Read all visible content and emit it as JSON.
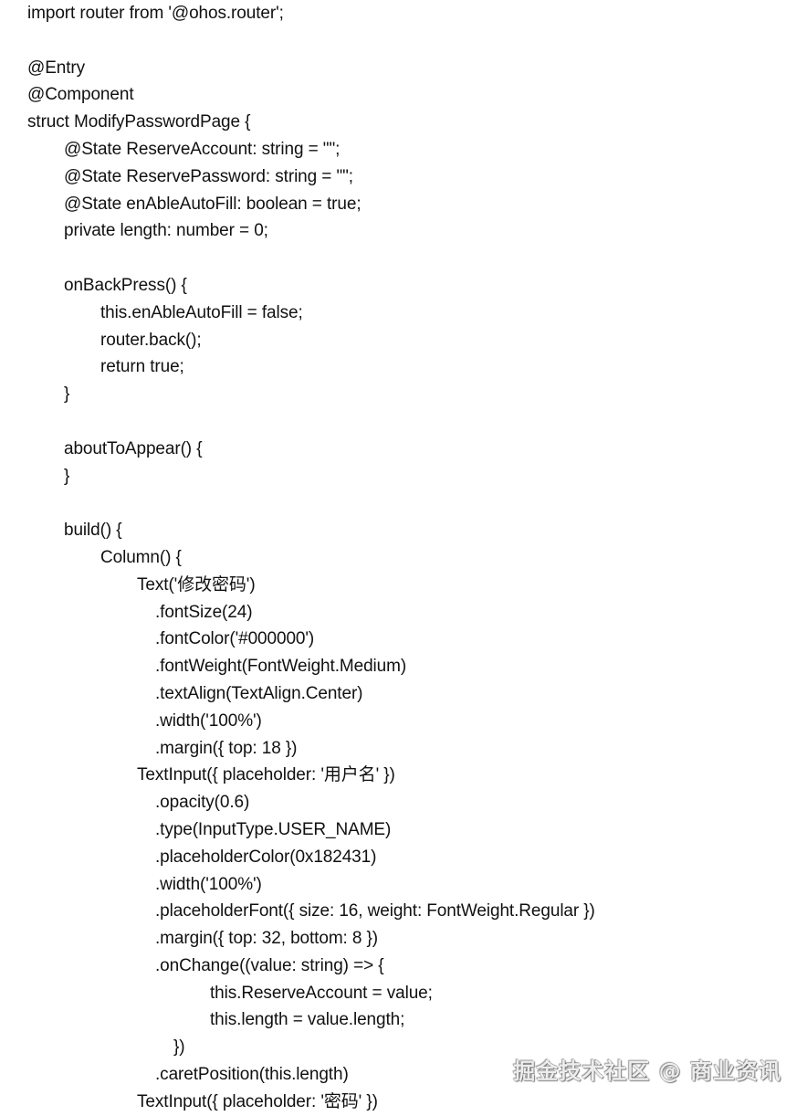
{
  "document": {
    "lines": [
      {
        "indent": 0,
        "text": "import router from '@ohos.router';"
      },
      {
        "indent": 0,
        "text": ""
      },
      {
        "indent": 0,
        "text": "@Entry"
      },
      {
        "indent": 0,
        "text": "@Component"
      },
      {
        "indent": 0,
        "text": "struct ModifyPasswordPage {"
      },
      {
        "indent": 1,
        "text": "@State ReserveAccount: string = \"\";"
      },
      {
        "indent": 1,
        "text": "@State ReservePassword: string = \"\";"
      },
      {
        "indent": 1,
        "text": "@State enAbleAutoFill: boolean = true;"
      },
      {
        "indent": 1,
        "text": "private length: number = 0;"
      },
      {
        "indent": 0,
        "text": ""
      },
      {
        "indent": 1,
        "text": "onBackPress() {"
      },
      {
        "indent": 2,
        "text": "this.enAbleAutoFill = false;"
      },
      {
        "indent": 2,
        "text": "router.back();"
      },
      {
        "indent": 2,
        "text": "return true;"
      },
      {
        "indent": 1,
        "text": "}"
      },
      {
        "indent": 0,
        "text": ""
      },
      {
        "indent": 1,
        "text": "aboutToAppear() {"
      },
      {
        "indent": 1,
        "text": "}"
      },
      {
        "indent": 0,
        "text": ""
      },
      {
        "indent": 1,
        "text": "build() {"
      },
      {
        "indent": 2,
        "text": "Column() {"
      },
      {
        "indent": 3,
        "text": "Text('修改密码')"
      },
      {
        "indent": 3.5,
        "text": ".fontSize(24)"
      },
      {
        "indent": 3.5,
        "text": ".fontColor('#000000')"
      },
      {
        "indent": 3.5,
        "text": ".fontWeight(FontWeight.Medium)"
      },
      {
        "indent": 3.5,
        "text": ".textAlign(TextAlign.Center)"
      },
      {
        "indent": 3.5,
        "text": ".width('100%')"
      },
      {
        "indent": 3.5,
        "text": ".margin({ top: 18 })"
      },
      {
        "indent": 3,
        "text": "TextInput({ placeholder: '用户名' })"
      },
      {
        "indent": 3.5,
        "text": ".opacity(0.6)"
      },
      {
        "indent": 3.5,
        "text": ".type(InputType.USER_NAME)"
      },
      {
        "indent": 3.5,
        "text": ".placeholderColor(0x182431)"
      },
      {
        "indent": 3.5,
        "text": ".width('100%')"
      },
      {
        "indent": 3.5,
        "text": ".placeholderFont({ size: 16, weight: FontWeight.Regular })"
      },
      {
        "indent": 3.5,
        "text": ".margin({ top: 32, bottom: 8 })"
      },
      {
        "indent": 3.5,
        "text": ".onChange((value: string) => {"
      },
      {
        "indent": 5,
        "text": "this.ReserveAccount = value;"
      },
      {
        "indent": 5,
        "text": "this.length = value.length;"
      },
      {
        "indent": 4,
        "text": "})"
      },
      {
        "indent": 3.5,
        "text": ".caretPosition(this.length)"
      },
      {
        "indent": 3,
        "text": "TextInput({ placeholder: '密码' })"
      }
    ]
  },
  "watermark": {
    "text": "掘金技术社区 @ 商业资讯"
  }
}
